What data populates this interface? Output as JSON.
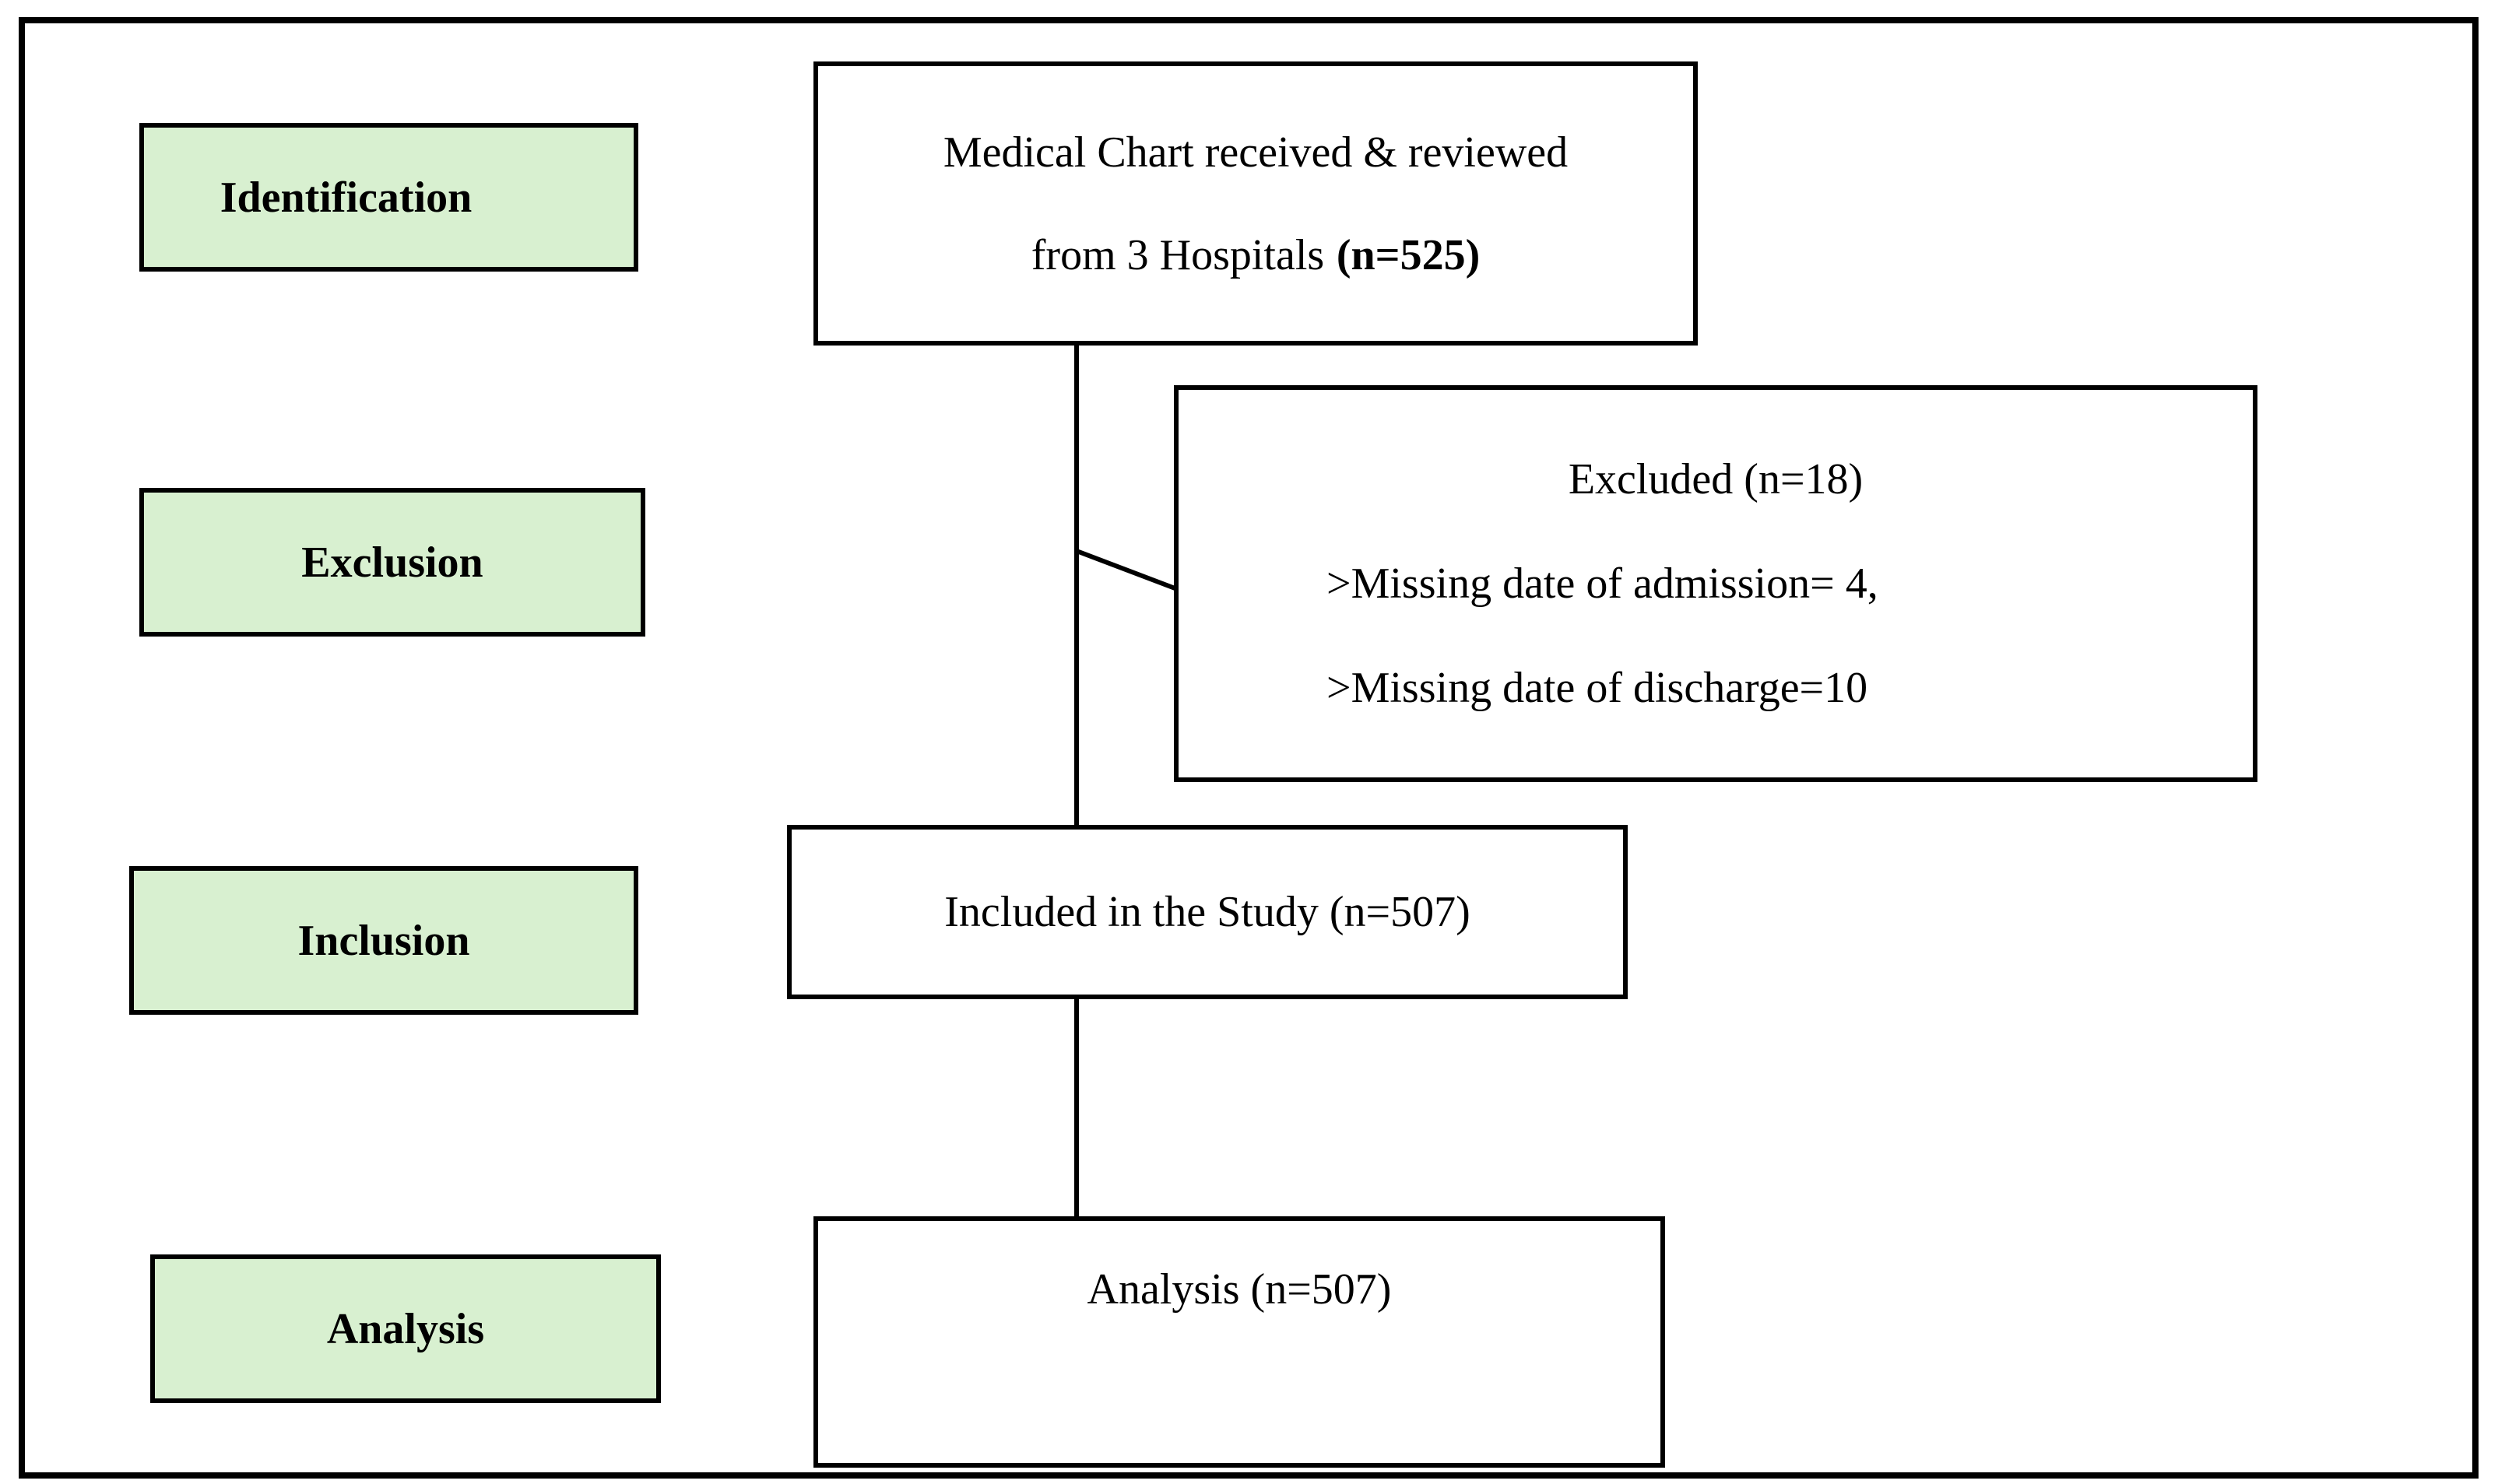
{
  "diagram": {
    "stages": [
      {
        "label": "Identification"
      },
      {
        "label": "Exclusion"
      },
      {
        "label": "Inclusion"
      },
      {
        "label": "Analysis"
      }
    ],
    "top_box": {
      "line1": "Medical Chart received & reviewed",
      "line2_text": "from 3 Hospitals",
      "line2_bold": "(n=525)"
    },
    "excluded_box": {
      "title": "Excluded (n=18)",
      "items": [
        ">Missing date of admission= 4,",
        ">Missing date of discharge=10"
      ]
    },
    "included_box": {
      "text": "Included in the Study (n=507)"
    },
    "analysis_box": {
      "text": "Analysis (n=507)"
    },
    "colors": {
      "stage_fill": "#d8f0d0",
      "line": "#000000",
      "background": "#ffffff"
    }
  }
}
